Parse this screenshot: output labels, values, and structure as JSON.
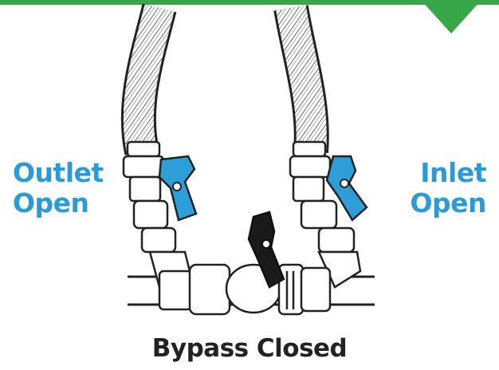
{
  "colors": {
    "accent_green": "#3aa64a",
    "label_blue": "#2a9bd6",
    "valve_handle_blue": "#2e9ed8",
    "bypass_handle": "#1a1a1a",
    "caption_text": "#222222"
  },
  "labels": {
    "outlet": {
      "line1": "Outlet",
      "line2": "Open",
      "state": "open"
    },
    "inlet": {
      "line1": "Inlet",
      "line2": "Open",
      "state": "open"
    },
    "bypass": {
      "text": "Bypass Closed",
      "state": "closed"
    }
  },
  "icons": {
    "outlet_valve": "blue-valve-handle-icon",
    "inlet_valve": "blue-valve-handle-icon",
    "bypass_valve": "black-valve-handle-icon"
  }
}
